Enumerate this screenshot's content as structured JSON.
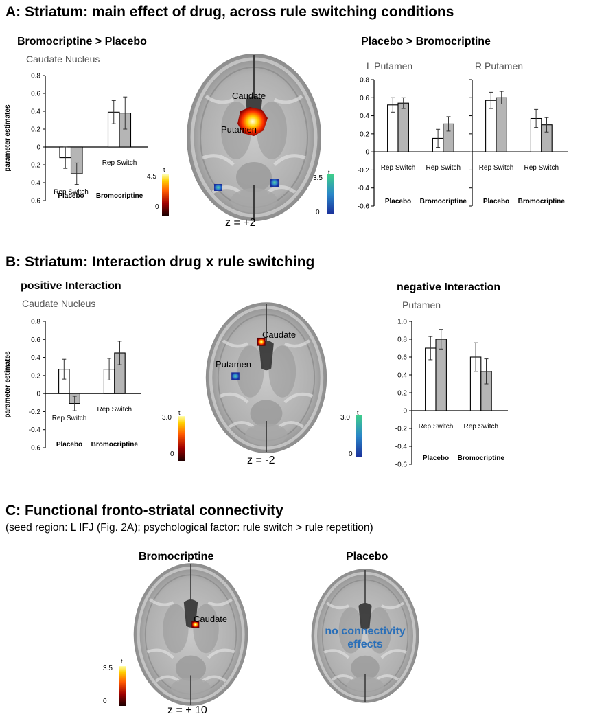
{
  "panel_a": {
    "title": "A: Striatum: main effect of drug, across rule switching conditions",
    "left_heading": "Bromocriptine > Placebo",
    "right_heading": "Placebo > Bromocriptine",
    "left_region": "Caudate Nucleus",
    "right_region_1": "L Putamen",
    "right_region_2": "R Putamen",
    "brain_label_1": "Caudate",
    "brain_label_2": "Putamen",
    "slice": "z = +2",
    "hot_scale": {
      "label": "t",
      "max": "4.5",
      "min": "0"
    },
    "cool_scale": {
      "label": "t",
      "max": "3.5",
      "min": "0"
    }
  },
  "panel_b": {
    "title": "B: Striatum:  Interaction drug x rule switching",
    "left_heading": "positive Interaction",
    "right_heading": "negative Interaction",
    "left_region": "Caudate Nucleus",
    "right_region": "Putamen",
    "brain_label_1": "Caudate",
    "brain_label_2": "Putamen",
    "slice": "z = -2",
    "hot_scale": {
      "label": "t",
      "max": "3.0",
      "min": "0"
    },
    "cool_scale": {
      "label": "t",
      "max": "3.0",
      "min": "0"
    }
  },
  "panel_c": {
    "title": "C: Functional fronto-striatal connectivity",
    "subtitle": "(seed region: L IFJ (Fig. 2A); psychological factor: rule switch > rule repetition)",
    "left_heading": "Bromocriptine",
    "right_heading": "Placebo",
    "brain_label": "Caudate",
    "no_effect_line1": "no connectivity",
    "no_effect_line2": "effects",
    "slice": "z = + 10",
    "hot_scale": {
      "label": "t",
      "max": "3.5",
      "min": "0"
    }
  },
  "colors": {
    "rep_bar": "#ffffff",
    "switch_bar": "#b5b5b5",
    "no_effect_text": "#2a6fb8"
  },
  "chart_data": [
    {
      "id": "A-caudate",
      "type": "bar",
      "title": "Caudate Nucleus",
      "ylabel": "parameter estimates",
      "ylim": [
        -0.6,
        0.8
      ],
      "yticks": [
        "0.8",
        "0.6",
        "0.4",
        "0.2",
        "0",
        "-0.2",
        "-0.4",
        "-0.6"
      ],
      "groups": [
        "Placebo",
        "Bromocriptine"
      ],
      "bar_labels": [
        "Rep",
        "Switch"
      ],
      "series": [
        {
          "name": "Rep",
          "values": [
            -0.12,
            0.39
          ],
          "errors": [
            0.12,
            0.13
          ]
        },
        {
          "name": "Switch",
          "values": [
            -0.3,
            0.38
          ],
          "errors": [
            0.12,
            0.18
          ]
        }
      ]
    },
    {
      "id": "A-lputamen",
      "type": "bar",
      "title": "L Putamen",
      "ylabel": "",
      "ylim": [
        -0.6,
        0.8
      ],
      "yticks": [
        "0.8",
        "0.6",
        "0.4",
        "0.2",
        "0",
        "-0.2",
        "-0.4",
        "-0.6"
      ],
      "groups": [
        "Placebo",
        "Bromocriptine"
      ],
      "bar_labels": [
        "Rep",
        "Switch"
      ],
      "series": [
        {
          "name": "Rep",
          "values": [
            0.52,
            0.15
          ],
          "errors": [
            0.08,
            0.1
          ]
        },
        {
          "name": "Switch",
          "values": [
            0.54,
            0.31
          ],
          "errors": [
            0.06,
            0.08
          ]
        }
      ]
    },
    {
      "id": "A-rputamen",
      "type": "bar",
      "title": "R Putamen",
      "ylabel": "",
      "ylim": [
        -0.6,
        0.8
      ],
      "yticks": [
        "0.8",
        "0.6",
        "0.4",
        "0.2",
        "0",
        "-0.2",
        "-0.4",
        "-0.6"
      ],
      "groups": [
        "Placebo",
        "Bromocriptine"
      ],
      "bar_labels": [
        "Rep",
        "Switch"
      ],
      "series": [
        {
          "name": "Rep",
          "values": [
            0.57,
            0.37
          ],
          "errors": [
            0.09,
            0.1
          ]
        },
        {
          "name": "Switch",
          "values": [
            0.6,
            0.3
          ],
          "errors": [
            0.07,
            0.08
          ]
        }
      ]
    },
    {
      "id": "B-caudate",
      "type": "bar",
      "title": "Caudate Nucleus",
      "ylabel": "parameter estimates",
      "ylim": [
        -0.6,
        0.8
      ],
      "yticks": [
        "0.8",
        "0.6",
        "0.4",
        "0.2",
        "0",
        "-0.2",
        "-0.4",
        "-0.6"
      ],
      "groups": [
        "Placebo",
        "Bromocriptine"
      ],
      "bar_labels": [
        "Rep",
        "Switch"
      ],
      "series": [
        {
          "name": "Rep",
          "values": [
            0.27,
            0.27
          ],
          "errors": [
            0.11,
            0.12
          ]
        },
        {
          "name": "Switch",
          "values": [
            -0.11,
            0.45
          ],
          "errors": [
            0.08,
            0.13
          ]
        }
      ]
    },
    {
      "id": "B-putamen",
      "type": "bar",
      "title": "Putamen",
      "ylabel": "",
      "ylim": [
        -0.6,
        1.0
      ],
      "yticks": [
        "1.0",
        "0.8",
        "0.6",
        "0.4",
        "0.2",
        "0",
        "-0.2",
        "-0.4",
        "-0.6"
      ],
      "groups": [
        "Placebo",
        "Bromocriptine"
      ],
      "bar_labels": [
        "Rep",
        "Switch"
      ],
      "series": [
        {
          "name": "Rep",
          "values": [
            0.7,
            0.6
          ],
          "errors": [
            0.13,
            0.16
          ]
        },
        {
          "name": "Switch",
          "values": [
            0.8,
            0.44
          ],
          "errors": [
            0.11,
            0.14
          ]
        }
      ]
    }
  ]
}
